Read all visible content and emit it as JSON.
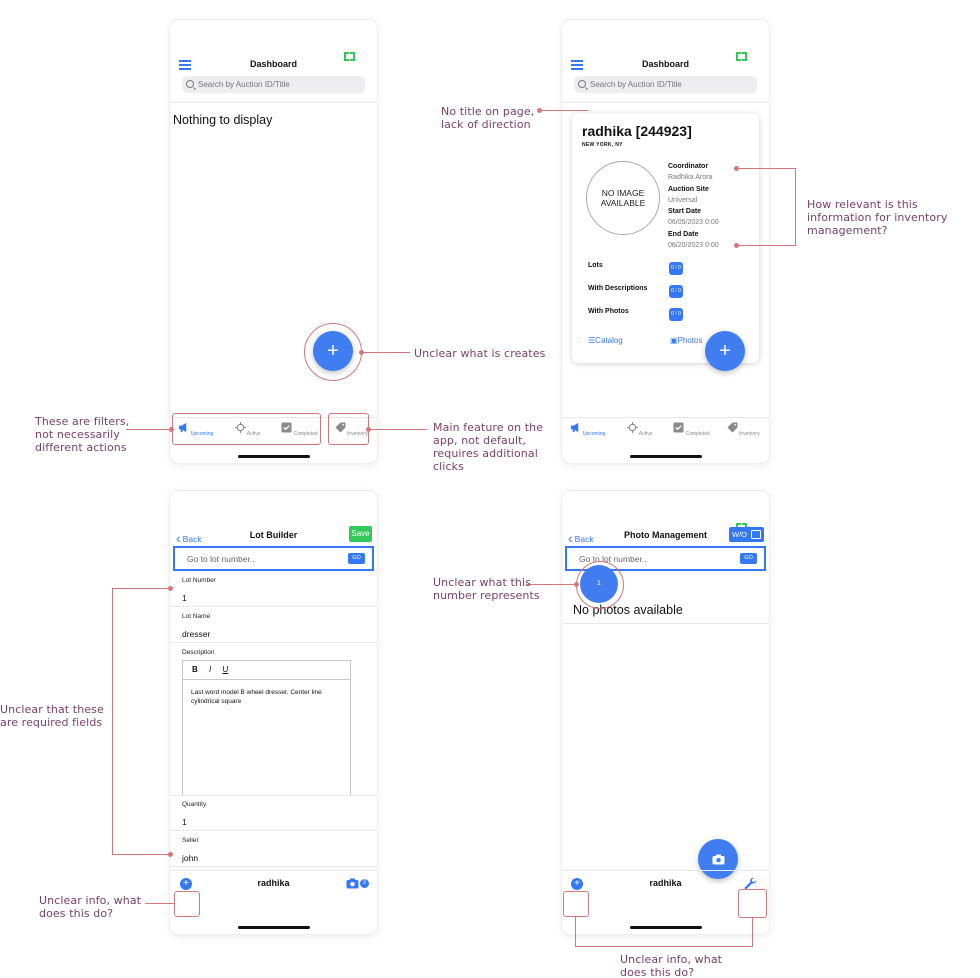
{
  "screen1": {
    "title": "Dashboard",
    "search_placeholder": "Search by Auction ID/Title",
    "empty_text": "Nothing to display",
    "tabs": [
      "Upcoming",
      "Active",
      "Completed",
      "Inventory"
    ],
    "fab": "+"
  },
  "screen2": {
    "title": "Dashboard",
    "search_placeholder": "Search by Auction ID/Title",
    "card": {
      "name": "radhika [244923]",
      "location": "NEW YORK, NY",
      "no_image": "NO IMAGE AVAILABLE",
      "coordinator_label": "Coordinator",
      "coordinator": "Radhika Arora",
      "site_label": "Auction Site",
      "site": "Universal",
      "start_label": "Start Date",
      "start": "06/05/2023 0:00",
      "end_label": "End Date",
      "end": "06/20/2023 0:00",
      "lots_label": "Lots",
      "lots_value": "0 / 0",
      "desc_label": "With Descriptions",
      "desc_value": "0 / 0",
      "photos_label": "With Photos",
      "photos_value": "0 / 0",
      "catalog_link": "Catalog",
      "photos_link": "Photos"
    },
    "tabs": [
      "Upcoming",
      "Active",
      "Completed",
      "Inventory"
    ],
    "fab": "+"
  },
  "screen3": {
    "back": "Back",
    "title": "Lot Builder",
    "save": "Save",
    "lot_placeholder": "Go to lot number..",
    "go": "GO",
    "lot_number_label": "Lot Number",
    "lot_number": "1",
    "lot_name_label": "Lot Name",
    "lot_name": "dresser",
    "description_label": "Description",
    "bold": "B",
    "italic": "I",
    "underline": "U",
    "description": "Last word model B wheel dresser. Center line cylindrical square",
    "quantity_label": "Quantity",
    "quantity": "1",
    "seller_label": "Seller",
    "seller": "john",
    "footer_title": "radhika",
    "photo_count": "3"
  },
  "screen4": {
    "back": "Back",
    "title": "Photo Management",
    "wo_label": "W/O",
    "lot_placeholder": "Go to lot number..",
    "go": "GO",
    "lot_badge": "1",
    "empty_text": "No photos available",
    "footer_title": "radhika"
  },
  "annotations": {
    "unclear_creates": "Unclear what is creates",
    "filters": "These are filters, not necessarily different actions",
    "main_feature": "Main feature on the app, not default, requires additional clicks",
    "no_title": "No title on page, lack of direction",
    "relevant": "How relevant is this information for inventory management?",
    "unclear_number": "Unclear what this number represents",
    "required_fields": "Unclear that these are required fields",
    "unclear_info_left": "Unclear info, what does this do?",
    "unclear_info_bottom": "Unclear info, what does this do?"
  },
  "colors": {
    "accent": "#3478f6",
    "annotation": "#7a3f6b",
    "highlight": "#d2787a",
    "save": "#34c759"
  }
}
